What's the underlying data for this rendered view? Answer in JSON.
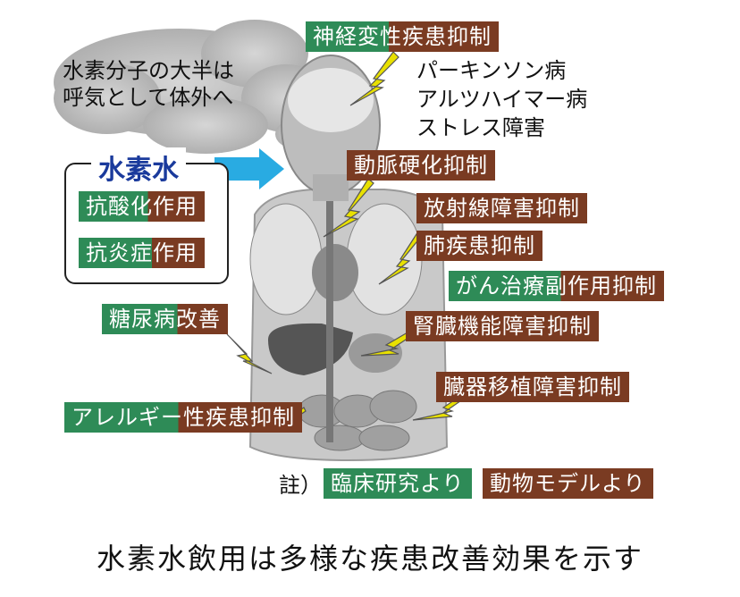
{
  "smoke_note": [
    "水素分子の大半は",
    "呼気として体外へ"
  ],
  "water_box": {
    "title": "水素水",
    "items": [
      "抗酸化作用",
      "抗炎症作用"
    ]
  },
  "labels": {
    "neuro": "神経変性疾患抑制",
    "arterio": "動脈硬化抑制",
    "radiation": "放射線障害抑制",
    "lung": "肺疾患抑制",
    "cancer": "がん治療副作用抑制",
    "kidney": "腎臓機能障害抑制",
    "diabetes": "糖尿病改善",
    "transplant": "臓器移植障害抑制",
    "allergy": "アレルギー性疾患抑制"
  },
  "neuro_list": [
    "パーキンソン病",
    "アルツハイマー病",
    "ストレス障害"
  ],
  "legend": {
    "note": "註）",
    "clinical": "臨床研究より",
    "animal": "動物モデルより"
  },
  "caption": "水素水飲用は多様な疾患改善効果を示す",
  "colors": {
    "green": "#2e8b57",
    "brown": "#7a3b22",
    "arrow": "#29abe2",
    "bolt": "#e8e000",
    "title": "#1a3a9c"
  }
}
